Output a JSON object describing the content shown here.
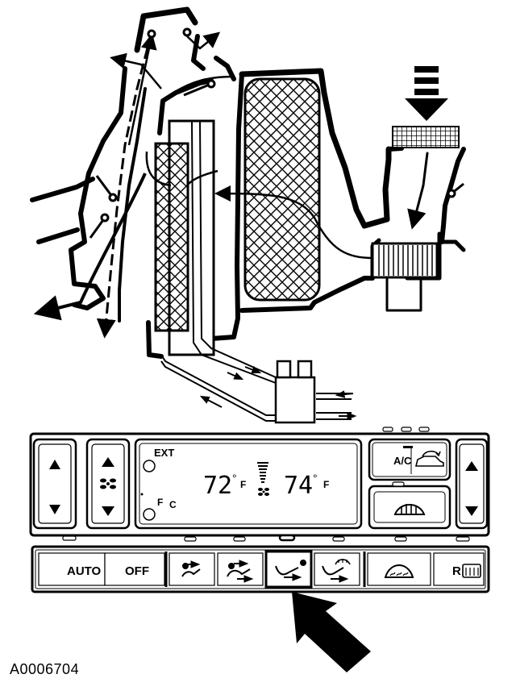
{
  "figure_id": "A0006704",
  "display": {
    "ext_label": "EXT",
    "fc_label_f": "F",
    "fc_label_c": "C",
    "left_temp": "72",
    "left_unit": "F",
    "right_temp": "74",
    "right_unit": "F",
    "degree_symbol": "°"
  },
  "buttons": {
    "auto": "AUTO",
    "off": "OFF",
    "ac": "A/C",
    "rear_defrost": "R"
  },
  "selected_mode": "floor-panel (bi-level)",
  "icons": [
    "up-arrow-icon",
    "down-arrow-icon",
    "fan-icon",
    "recirc-car-icon",
    "defrost-fan-icon",
    "panel-mode-icon",
    "bilevel-mode-icon",
    "floor-mode-icon",
    "floor-defrost-mode-icon",
    "windshield-defrost-icon",
    "rear-defrost-icon",
    "pointer-arrow-icon"
  ]
}
